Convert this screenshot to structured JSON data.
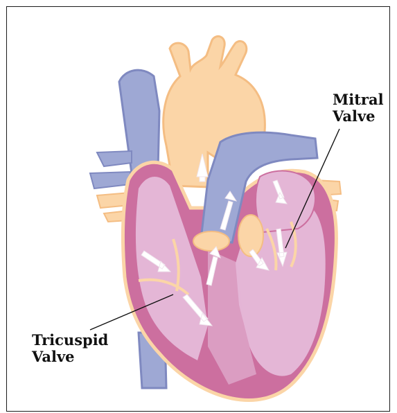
{
  "labels": {
    "mitral": {
      "line1": "Mitral",
      "line2": "Valve"
    },
    "tricuspid": {
      "line1": "Tricuspid",
      "line2": "Valve"
    }
  },
  "colors": {
    "myocardium_pink": "#e4b6d6",
    "myocardium_dark": "#cc6f9f",
    "vessel_blue": "#9ea8d4",
    "vessel_blue_dark": "#7f89c0",
    "aorta_peach": "#fbd5a7",
    "aorta_peach_dark": "#f4bd83",
    "flow_arrow": "#ffffff",
    "leader_line": "#111111"
  },
  "icons": {
    "flow_arrows": "flow-arrow-icon"
  }
}
